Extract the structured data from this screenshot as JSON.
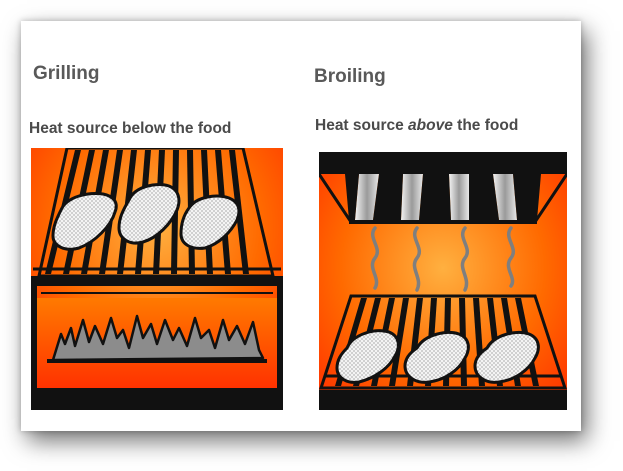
{
  "grilling": {
    "title": "Grilling",
    "subtitle": "Heat source below the food"
  },
  "broiling": {
    "title": "Broiling",
    "subtitle_before": "Heat source ",
    "subtitle_emphasis": "above",
    "subtitle_after": " the food"
  },
  "colors": {
    "flame_orange": "#ff6a00",
    "flame_red": "#ff2a00",
    "flame_yellow": "#ffb040",
    "grate_black": "#111111",
    "flame_gray": "#8c8c8c",
    "smoke_gray": "#7f7f7f"
  }
}
